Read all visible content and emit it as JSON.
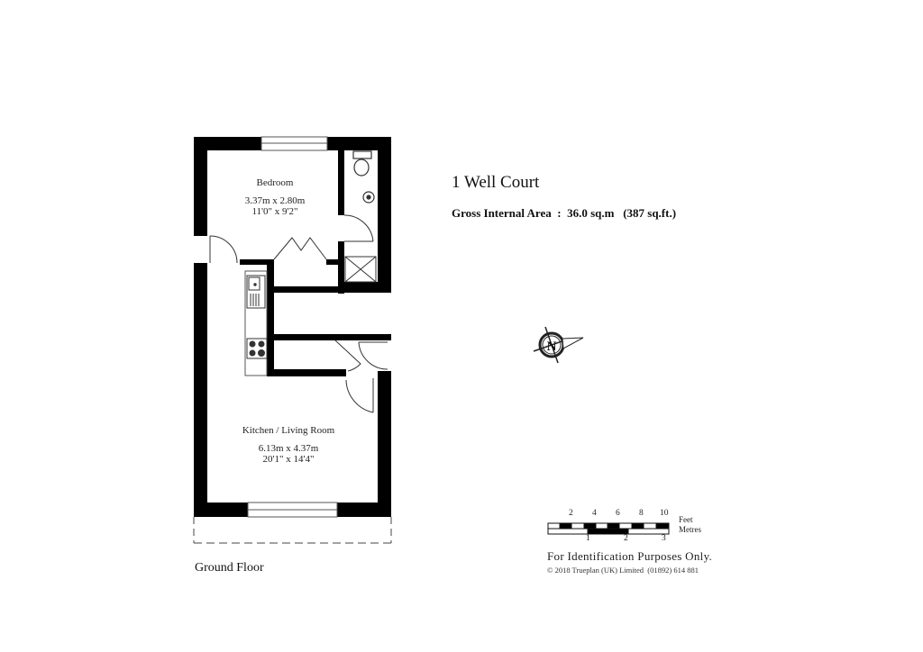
{
  "property": {
    "title": "1 Well Court",
    "area_text": "Gross Internal Area  :  36.0 sq.m   (387 sq.ft.)",
    "floor_label": "Ground Floor"
  },
  "rooms": [
    {
      "name": "Bedroom",
      "metric": "3.37m  x  2.80m",
      "imperial": "11'0\"  x  9'2\""
    },
    {
      "name": "Kitchen / Living Room",
      "metric": "6.13m  x  4.37m",
      "imperial": "20'1\"  x  14'4\""
    }
  ],
  "compass": {
    "label": "N",
    "icon": "compass-rose-icon"
  },
  "scale_bar": {
    "feet_ticks": [
      "2",
      "4",
      "6",
      "8",
      "10"
    ],
    "feet_unit": "Feet",
    "metre_ticks": [
      "1",
      "2",
      "3"
    ],
    "metre_unit": "Metres"
  },
  "footer": {
    "disclaimer": "For Identification Purposes Only.",
    "copyright": "© 2018 Trueplan (UK) Limited  (01892) 614 881"
  },
  "colors": {
    "wall": "#000000",
    "fixture_line": "#444444",
    "background": "#ffffff"
  }
}
